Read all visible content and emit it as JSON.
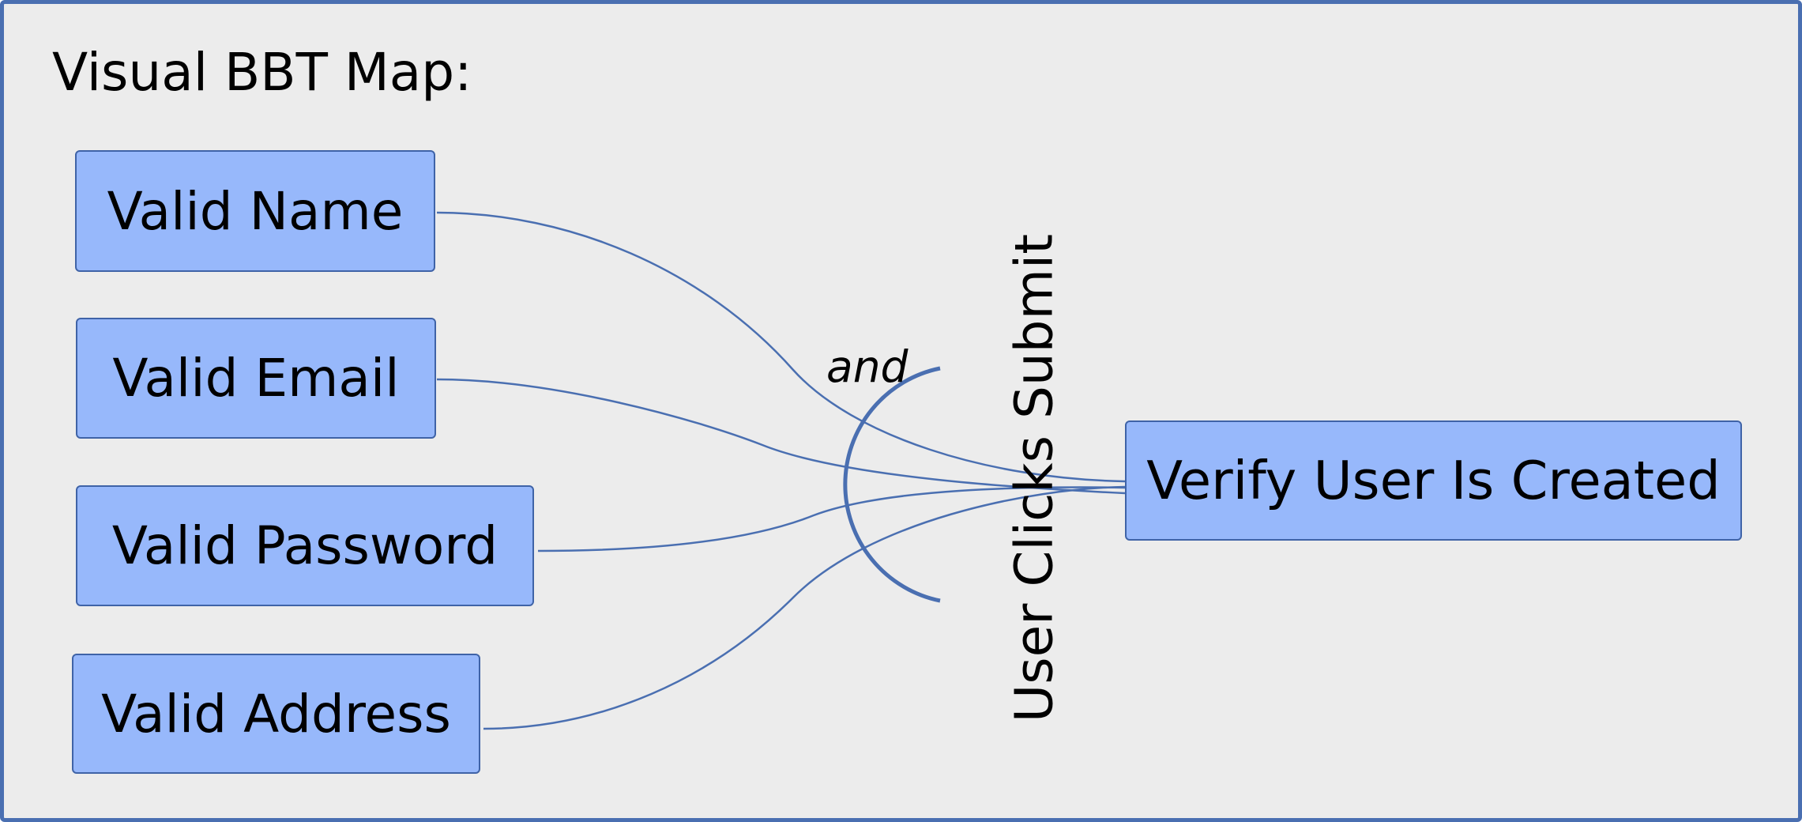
{
  "diagram": {
    "title": "Visual BBT Map:",
    "inputs": [
      {
        "label": "Valid Name"
      },
      {
        "label": "Valid Email"
      },
      {
        "label": "Valid Password"
      },
      {
        "label": "Valid Address"
      }
    ],
    "join_label": "and",
    "action_label": "User Clicks Submit",
    "result": {
      "label": "Verify User Is Created"
    }
  },
  "colors": {
    "background": "#ececec",
    "frame_border": "#4a6fb1",
    "node_fill": "#97b8fb",
    "node_border": "#3f63a7",
    "connector": "#4a6fb1"
  }
}
